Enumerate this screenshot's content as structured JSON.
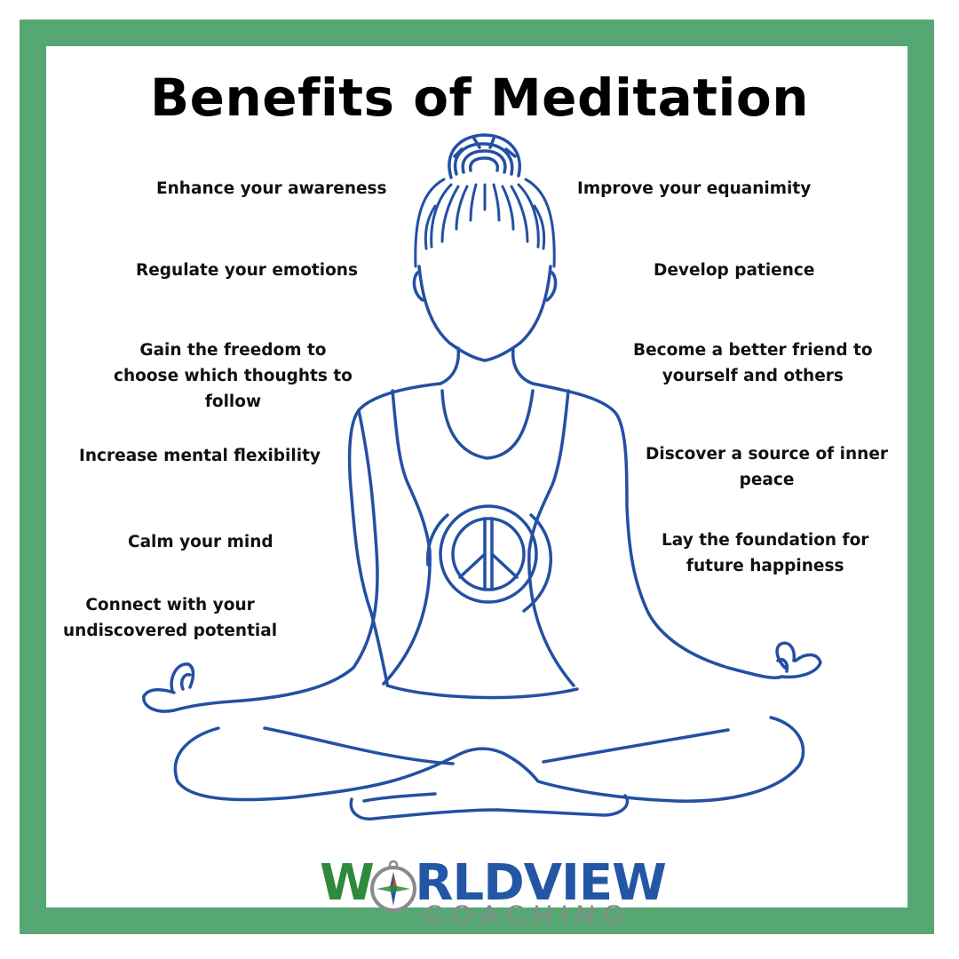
{
  "title": "Benefits of Meditation",
  "benefits_left": [
    "Enhance your awareness",
    "Regulate your emotions",
    "Gain the freedom to\nchoose which thoughts to\nfollow",
    "Increase mental flexibility",
    "Calm your mind",
    "Connect with your\nundiscovered potential"
  ],
  "benefits_right": [
    "Improve your equanimity",
    "Develop patience",
    "Become a better friend to\nyourself and others",
    "Discover a source of inner\npeace",
    "Lay the foundation for\nfuture happiness"
  ],
  "logo": {
    "word_part1": "W",
    "word_part2": "RLDVIEW",
    "word_sub": "COACHING"
  },
  "colors": {
    "frame": "#57a774",
    "figure_stroke": "#2350a3",
    "logo_green": "#2f8a3c",
    "logo_blue": "#2357a5"
  },
  "icons": [
    "peace-sign-icon",
    "compass-icon"
  ]
}
